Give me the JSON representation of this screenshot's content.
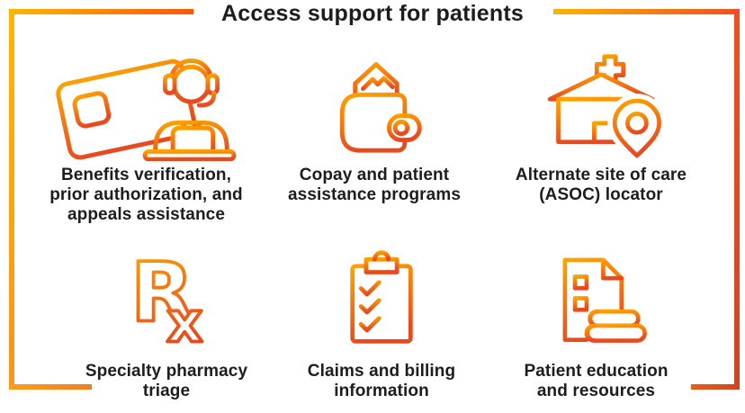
{
  "title": "Access support for patients",
  "theme": {
    "background": "#FFFFFF",
    "text_color": "#1D1D1D",
    "border_yellow": "#FFB600",
    "border_orange": "#F7941E",
    "border_red_orange": "#F04E23",
    "border_dark_red": "#CE4521",
    "icon_gradient_top": "#FFA300",
    "icon_gradient_bottom": "#E8491F"
  },
  "items": [
    {
      "id": "benefits-verification",
      "icon": "support-agent-id-card-icon",
      "label": "Benefits verification, prior authorization, and appeals assistance",
      "lines": [
        "Benefits verification,",
        "prior authorization, and",
        "appeals assistance"
      ]
    },
    {
      "id": "copay-assistance",
      "icon": "wallet-cash-icon",
      "label": "Copay and patient assistance programs",
      "lines": [
        "Copay and patient",
        "assistance programs"
      ]
    },
    {
      "id": "asoc-locator",
      "icon": "hospital-location-pin-icon",
      "label": "Alternate site of care (ASOC) locator",
      "lines": [
        "Alternate site of care",
        "(ASOC) locator"
      ]
    },
    {
      "id": "pharmacy-triage",
      "icon": "rx-prescription-icon",
      "label": "Specialty pharmacy triage",
      "lines": [
        "Specialty pharmacy",
        "triage"
      ],
      "rx": [
        "R",
        "x"
      ]
    },
    {
      "id": "claims-billing",
      "icon": "checklist-clipboard-icon",
      "label": "Claims and billing information",
      "lines": [
        "Claims and billing",
        "information"
      ]
    },
    {
      "id": "patient-education",
      "icon": "document-books-icon",
      "label": "Patient education and resources",
      "lines": [
        "Patient education",
        "and resources"
      ]
    }
  ]
}
